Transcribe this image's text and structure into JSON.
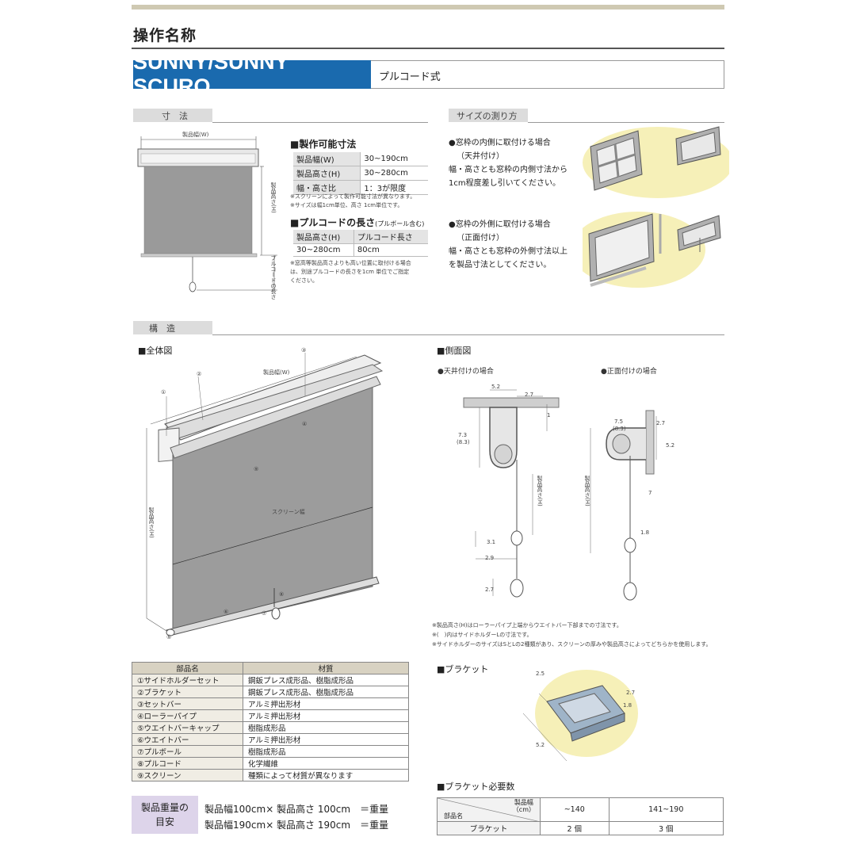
{
  "page_title": "操作名称",
  "banner": {
    "title": "SUNNY/SUNNY SCURO",
    "subtitle": "プルコード式"
  },
  "dimensions": {
    "tag": "寸　法",
    "label_w": "製品幅(W)",
    "label_h": "製品高さ(H)",
    "label_cord": "プルコードの長さ",
    "producible_title": "■製作可能寸法",
    "producible_rows": [
      {
        "k": "製品幅(W)",
        "v": "30~190cm"
      },
      {
        "k": "製品高さ(H)",
        "v": "30~280cm"
      },
      {
        "k": "幅・高さ比",
        "v": "1：3が限度"
      }
    ],
    "producible_notes": [
      "※スクリーンによって製作可能寸法が異なります。",
      "※サイズは幅1cm単位、高さ 1cm単位です。"
    ],
    "cord_title": "■プルコードの長さ",
    "cord_title_sub": "(プルボール含む)",
    "cord_header": [
      "製品高さ(H)",
      "プルコード長さ"
    ],
    "cord_row": [
      "30~280cm",
      "80cm"
    ],
    "cord_notes": [
      "※窓高等製品高さよりも高い位置に取付ける場合",
      "は、別途プルコードの長さを1cm 単位でご指定",
      "ください。"
    ]
  },
  "measure": {
    "tag": "サイズの測り方",
    "inside_title": "●窓枠の内側に取付ける場合",
    "inside_sub": "（天井付け）",
    "inside_desc": [
      "幅・高さとも窓枠の内側寸法から",
      "1cm程度差し引いてください。"
    ],
    "outside_title": "●窓枠の外側に取付ける場合",
    "outside_sub": "（正面付け）",
    "outside_desc": [
      "幅・高さとも窓枠の外側寸法以上",
      "を製品寸法としてください。"
    ]
  },
  "structure": {
    "tag": "構　造",
    "overall_title": "■全体図",
    "side_title": "■側面図",
    "ceiling_label": "●天井付けの場合",
    "front_label": "●正面付けの場合",
    "diagram_labels": {
      "width": "製品幅(W)",
      "screen_width": "スクリーン幅",
      "height": "製品高さ(H)",
      "num1": "①",
      "num2": "②",
      "num3": "③",
      "num4": "④",
      "num5": "⑤",
      "num6": "⑥",
      "num7": "⑦",
      "num8": "⑧",
      "num9": "⑨"
    },
    "side_dims": {
      "d52": "5.2",
      "d27": "2.7",
      "d1": "1",
      "d73": "7.3",
      "d83": "(8.3)",
      "d31": "3.1",
      "d29": "2.9",
      "d27b": "2.7",
      "d75": "7.5",
      "d83b": "(8.3)",
      "d27c": "2.7",
      "d52b": "5.2",
      "d7": "7",
      "d18": "1.8",
      "height": "製品高さ(H)"
    },
    "notes": [
      "※製品高さ(H)はローラーパイプ上端からウエイトバー下部までの寸法です。",
      "※(　)内はサイドホルダーLの寸法です。",
      "※サイドホルダーのサイズはSとLの2種類があり、スクリーンの厚みや製品高さによってどちらかを使用します。"
    ]
  },
  "parts": {
    "header": [
      "部品名",
      "材質"
    ],
    "rows": [
      [
        "①サイドホルダーセット",
        "鋼鈑プレス成形品、樹脂成形品"
      ],
      [
        "②ブラケット",
        "鋼鈑プレス成形品、樹脂成形品"
      ],
      [
        "③セットバー",
        "アルミ押出形材"
      ],
      [
        "④ローラーパイプ",
        "アルミ押出形材"
      ],
      [
        "⑤ウエイトバーキャップ",
        "樹脂成形品"
      ],
      [
        "⑥ウエイトバー",
        "アルミ押出形材"
      ],
      [
        "⑦プルボール",
        "樹脂成形品"
      ],
      [
        "⑧プルコード",
        "化学繊維"
      ],
      [
        "⑨スクリーン",
        "種類によって材質が異なります"
      ]
    ]
  },
  "bracket": {
    "title": "■ブラケット",
    "dims": {
      "a": "2.5",
      "b": "2.7",
      "c": "1.8",
      "d": "5.2"
    },
    "req_title": "■ブラケット必要数",
    "req_corner_top": "製品幅",
    "req_corner_unit": "（cm）",
    "req_corner_bottom": "部品名",
    "req_cols": [
      "~140",
      "141~190"
    ],
    "req_row_label": "ブラケット",
    "req_row": [
      "2 個",
      "3 個"
    ]
  },
  "weight": {
    "label_lines": [
      "製品重量の",
      "目安"
    ],
    "lines": [
      "製品幅100cm× 製品高さ 100cm　＝重量",
      "製品幅190cm× 製品高さ 190cm　＝重量"
    ]
  }
}
